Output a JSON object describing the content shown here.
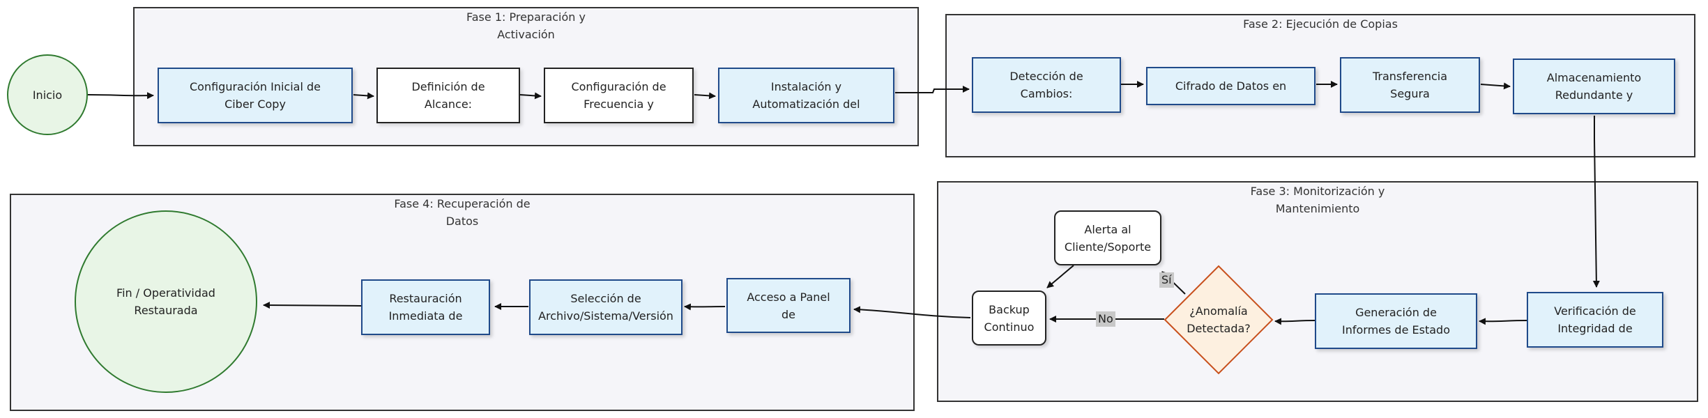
{
  "phases": {
    "p1": "Fase 1: Preparación y Activación",
    "p2": "Fase 2: Ejecución de Copias",
    "p3": "Fase 3: Monitorización y Mantenimiento",
    "p4": "Fase 4: Recuperación de Datos"
  },
  "nodes": {
    "inicio": "Inicio",
    "config_inicial": "Configuración Inicial de Ciber Copy",
    "definicion": "Definición de Alcance:",
    "config_frecuencia": "Configuración de Frecuencia y",
    "instalacion": "Instalación y Automatización del",
    "deteccion": "Detección de Cambios:",
    "cifrado": "Cifrado de Datos en",
    "transferencia": "Transferencia Segura",
    "almacenamiento": "Almacenamiento Redundante y",
    "verificacion": "Verificación de Integridad de",
    "generacion": "Generación de Informes de Estado",
    "anomalia": "¿Anomalía Detectada?",
    "alerta": "Alerta al Cliente/Soporte",
    "backup": "Backup Continuo",
    "acceso": "Acceso a Panel de",
    "seleccion": "Selección de Archivo/Sistema/Versión",
    "restauracion": "Restauración Inmediata de",
    "fin": "Fin / Operatividad Restaurada"
  },
  "edge_labels": {
    "si": "Sí",
    "no": "No"
  },
  "colors": {
    "process_fill": "#e1f2fb",
    "process_border": "#1f4a8a",
    "terminal_fill": "#e8f5e6",
    "terminal_border": "#2f7a2f",
    "decision_fill": "#fdf0e0",
    "decision_border": "#c8501c",
    "phase_fill": "#f5f5f9"
  }
}
